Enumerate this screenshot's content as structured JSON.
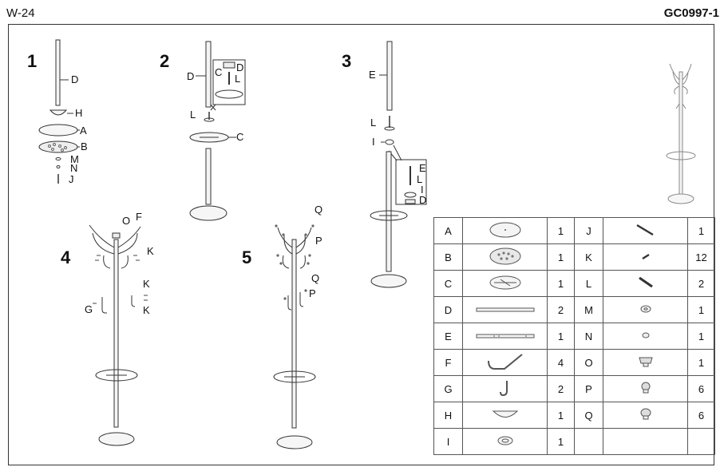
{
  "header": {
    "left_code": "W-24",
    "right_code": "GC0997-1"
  },
  "steps": {
    "s1": {
      "num": "1",
      "labels": [
        "D",
        "H",
        "A",
        "B",
        "M",
        "N",
        "J"
      ]
    },
    "s2": {
      "num": "2",
      "labels": [
        "D",
        "C",
        "D",
        "L",
        "L",
        "C"
      ]
    },
    "s3": {
      "num": "3",
      "labels": [
        "E",
        "L",
        "I",
        "E",
        "L",
        "I",
        "D"
      ]
    },
    "s4": {
      "num": "4",
      "labels": [
        "O",
        "F",
        "K",
        "K",
        "K",
        "G"
      ]
    },
    "s5": {
      "num": "5",
      "labels": [
        "Q",
        "P",
        "Q",
        "P"
      ]
    }
  },
  "parts_left": [
    {
      "letter": "A",
      "icon": "base-disc-icon",
      "qty": "1"
    },
    {
      "letter": "B",
      "icon": "weighted-base-icon",
      "qty": "1"
    },
    {
      "letter": "C",
      "icon": "umbrella-ring-icon",
      "qty": "1"
    },
    {
      "letter": "D",
      "icon": "lower-tube-icon",
      "qty": "2"
    },
    {
      "letter": "E",
      "icon": "upper-tube-icon",
      "qty": "1"
    },
    {
      "letter": "F",
      "icon": "large-hook-icon",
      "qty": "4"
    },
    {
      "letter": "G",
      "icon": "small-hook-icon",
      "qty": "2"
    },
    {
      "letter": "H",
      "icon": "cup-icon",
      "qty": "1"
    },
    {
      "letter": "I",
      "icon": "washer-cup-icon",
      "qty": "1"
    }
  ],
  "parts_right": [
    {
      "letter": "J",
      "icon": "long-bolt-icon",
      "qty": "1"
    },
    {
      "letter": "K",
      "icon": "short-screw-icon",
      "qty": "12"
    },
    {
      "letter": "L",
      "icon": "threaded-rod-icon",
      "qty": "2"
    },
    {
      "letter": "M",
      "icon": "washer-icon",
      "qty": "1"
    },
    {
      "letter": "N",
      "icon": "nut-icon",
      "qty": "1"
    },
    {
      "letter": "O",
      "icon": "top-cap-icon",
      "qty": "1"
    },
    {
      "letter": "P",
      "icon": "ball-cap-icon",
      "qty": "6"
    },
    {
      "letter": "Q",
      "icon": "end-cap-icon",
      "qty": "6"
    }
  ]
}
